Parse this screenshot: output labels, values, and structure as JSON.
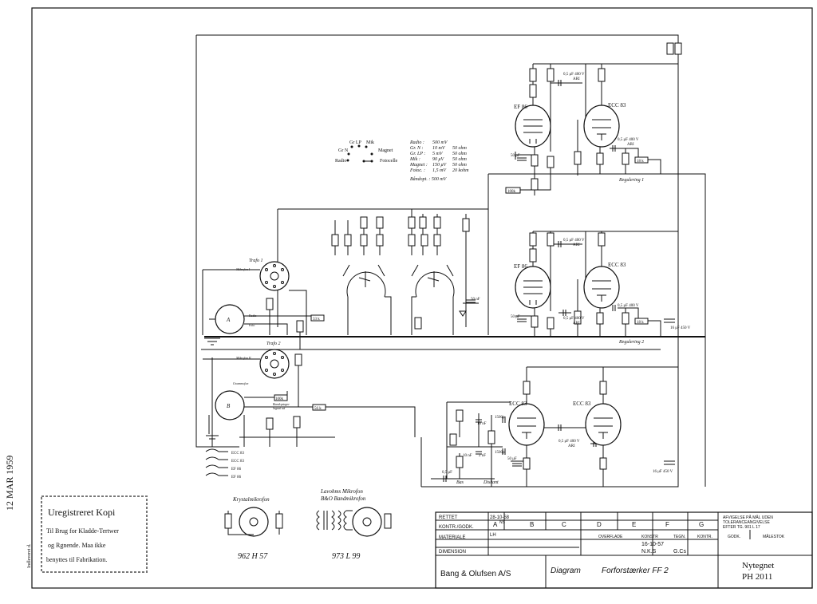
{
  "stamps": {
    "date_stamp": "12 MAR 1959",
    "side_text": "Indleveret d.",
    "copy_stamp_lines": [
      "Uregistreret Kopi",
      "Til Brug for Kladde-Tertwer",
      "og Rgnende. Maa ikke",
      "benyttes til Fabrikation."
    ]
  },
  "schematic": {
    "input_selector": {
      "labels": [
        "Gr LP",
        "Mik",
        "Gr N",
        "Magnet",
        "Radio",
        "Fotocelle"
      ]
    },
    "sensitivity_table": {
      "rows": [
        [
          "Radio :",
          "500 mV",
          ""
        ],
        [
          "Gr. N :",
          "10 mV",
          "50 ohm"
        ],
        [
          "Gr. LP :",
          "5 mV",
          "50 ohm"
        ],
        [
          "Mik :",
          "90 μV",
          "50 ohm"
        ],
        [
          "Magnet :",
          "150 μV",
          "50 ohm"
        ],
        [
          "Fotoc. :",
          "1,5 mV",
          "20 kohm"
        ]
      ],
      "footer": "Båndopt. : 500 mV"
    },
    "tube_labels": {
      "ef86_1": "EF 86",
      "ecc83_1": "ECC 83",
      "ef86_2": "EF 86",
      "ecc83_2": "ECC 83",
      "ecc83_3": "ECC 83",
      "ecc83_4": "ECC 83"
    },
    "transformer_labels": {
      "trafo1": "Trafo 1",
      "trafo2": "Trafo 2",
      "mikrofon1": "Mikrofon I",
      "mikrofon2": "Mikrofon II"
    },
    "socket_labels": {
      "a": "A",
      "b": "B",
      "radio": "Radio",
      "foto": "Foto",
      "grammofon": "Grammofon",
      "bandoptager": "Bandoptager",
      "signal_ud": "Signal ud"
    },
    "regulering_labels": [
      "Regulering 1",
      "Regulering 2"
    ],
    "component_labels": {
      "cap_400v": "0,5 μF 400 V",
      "ari": "ARI",
      "cap_50": "50 μF",
      "cap_16": "16 μF 450 V",
      "cap_1500": "1500p",
      "cap_10nf": "10 nF",
      "cap_2nf": "2 nF",
      "cap_05": "0,5 μF",
      "cap_50nf": "50 nF",
      "r_100k": "100k",
      "r_100": "100k",
      "r_33k": "33 k",
      "r_56k": "56 k",
      "r_18k": "18 k",
      "bas": "Bas",
      "diskant": "Diskant"
    },
    "tube_legend": [
      "ECC 83",
      "ECC 83",
      "EF 86",
      "EF 86"
    ],
    "microphones": [
      {
        "title": "Krystalmikrofon",
        "code": "962 H 57"
      },
      {
        "title": "Lavohms Mikrofon",
        "subtitle": "B&O Bandmikrofon",
        "code": "973 L 99"
      }
    ]
  },
  "title_block": {
    "rettet": "RETTET",
    "kontr_godk": "KONTR./GODK.",
    "materiale": "MATERIALE",
    "dimension": "DIMENSION",
    "revision_letters": [
      "A",
      "B",
      "C",
      "D",
      "E",
      "F",
      "G"
    ],
    "rev_a_date": "28-10-58",
    "rev_a_init": "NS",
    "rev_a_sign": "LH",
    "overflade": "OVERFLADE",
    "konstr": "KONSTR",
    "tegn": "TEGN.",
    "kontr": "KONTR.",
    "godk": "GODK.",
    "maalestok": "MÅLESTOK",
    "date_drawn": "16-10-57",
    "konstr_init": "N.K.S",
    "tegn_init": "G.Cs",
    "tolerance_note": [
      "AFVIGELSE PÅ MÅL UDEN",
      "TOLERANCEANGIVELSE",
      "EFTER TG. 901 L 17"
    ],
    "company": "Bang & Olufsen A/S",
    "doc_type": "Diagram",
    "doc_title": "Forforstærker FF 2",
    "nytegnet": "Nytegnet",
    "drawing_no": "PH 2011"
  }
}
